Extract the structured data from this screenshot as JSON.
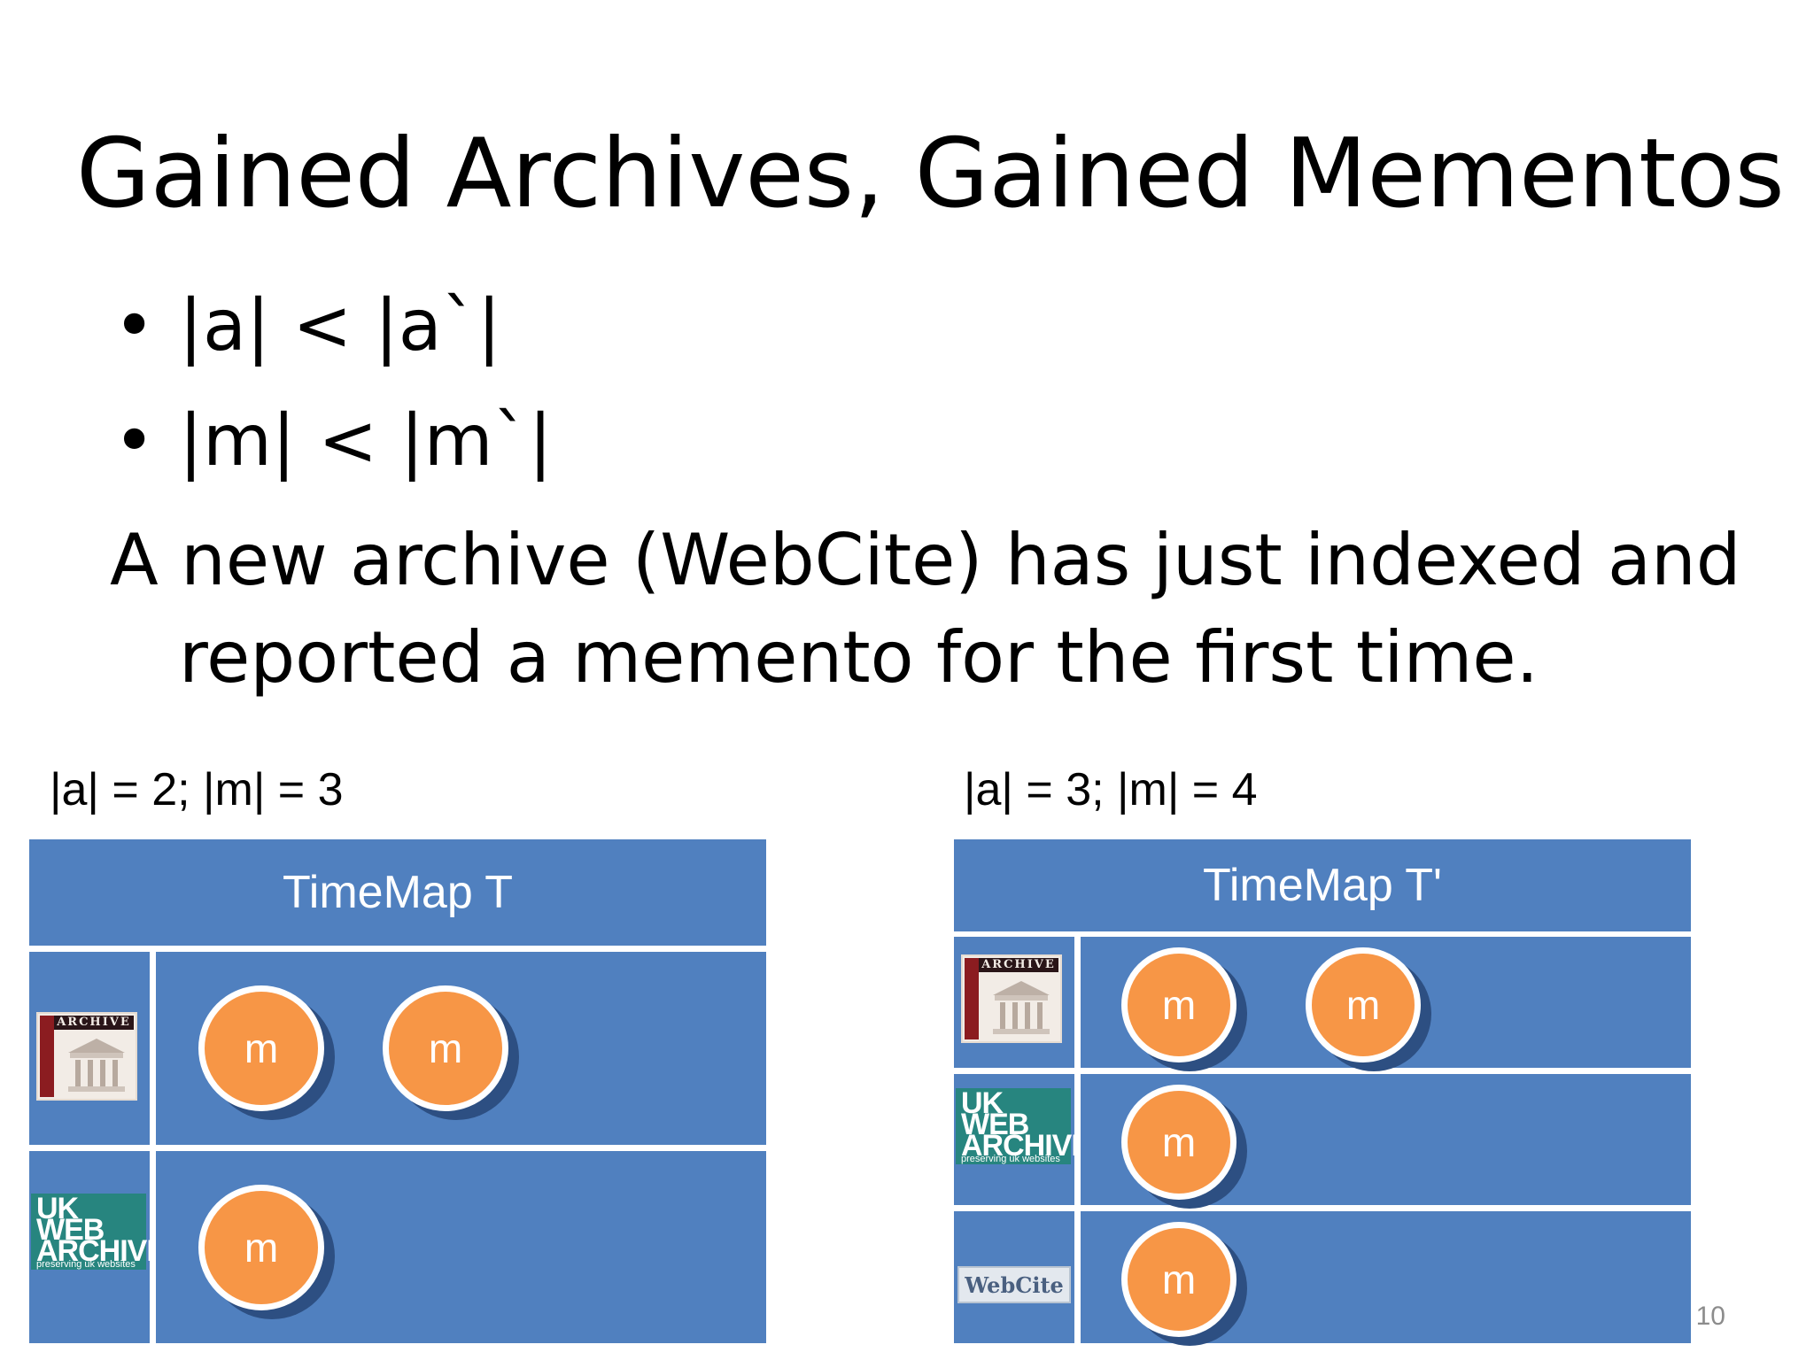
{
  "slide": {
    "title": "Gained Archives, Gained Mementos",
    "bullets": [
      "|a| < |a`|",
      "|m| < |m`|"
    ],
    "body_line_1": "A new archive (WebCite) has just indexed and",
    "body_line_2": "reported a memento for the first time.",
    "page_number": "10"
  },
  "left_timemap": {
    "caption": "|a| = 2; |m| = 3",
    "header": "TimeMap T",
    "rows": [
      {
        "archive_icon": "internet-archive-logo",
        "mementos": [
          "m",
          "m"
        ]
      },
      {
        "archive_icon": "uk-web-archive-logo",
        "mementos": [
          "m"
        ]
      }
    ]
  },
  "right_timemap": {
    "caption": "|a| = 3; |m| = 4",
    "header": "TimeMap T'",
    "rows": [
      {
        "archive_icon": "internet-archive-logo",
        "mementos": [
          "m",
          "m"
        ]
      },
      {
        "archive_icon": "uk-web-archive-logo",
        "mementos": [
          "m"
        ]
      },
      {
        "archive_icon": "webcite-logo",
        "mementos": [
          "m"
        ]
      }
    ]
  },
  "logos": {
    "internet_archive_top": "ARCHIVE",
    "uk_web_archive": [
      "UK",
      "WEB",
      "ARCHIVE"
    ],
    "uk_web_archive_tagline": "preserving uk websites",
    "webcite": "WebCite"
  },
  "colors": {
    "cell_blue": "#5080bf",
    "memento_orange": "#f79646",
    "memento_shadow": "#2d4f82"
  }
}
